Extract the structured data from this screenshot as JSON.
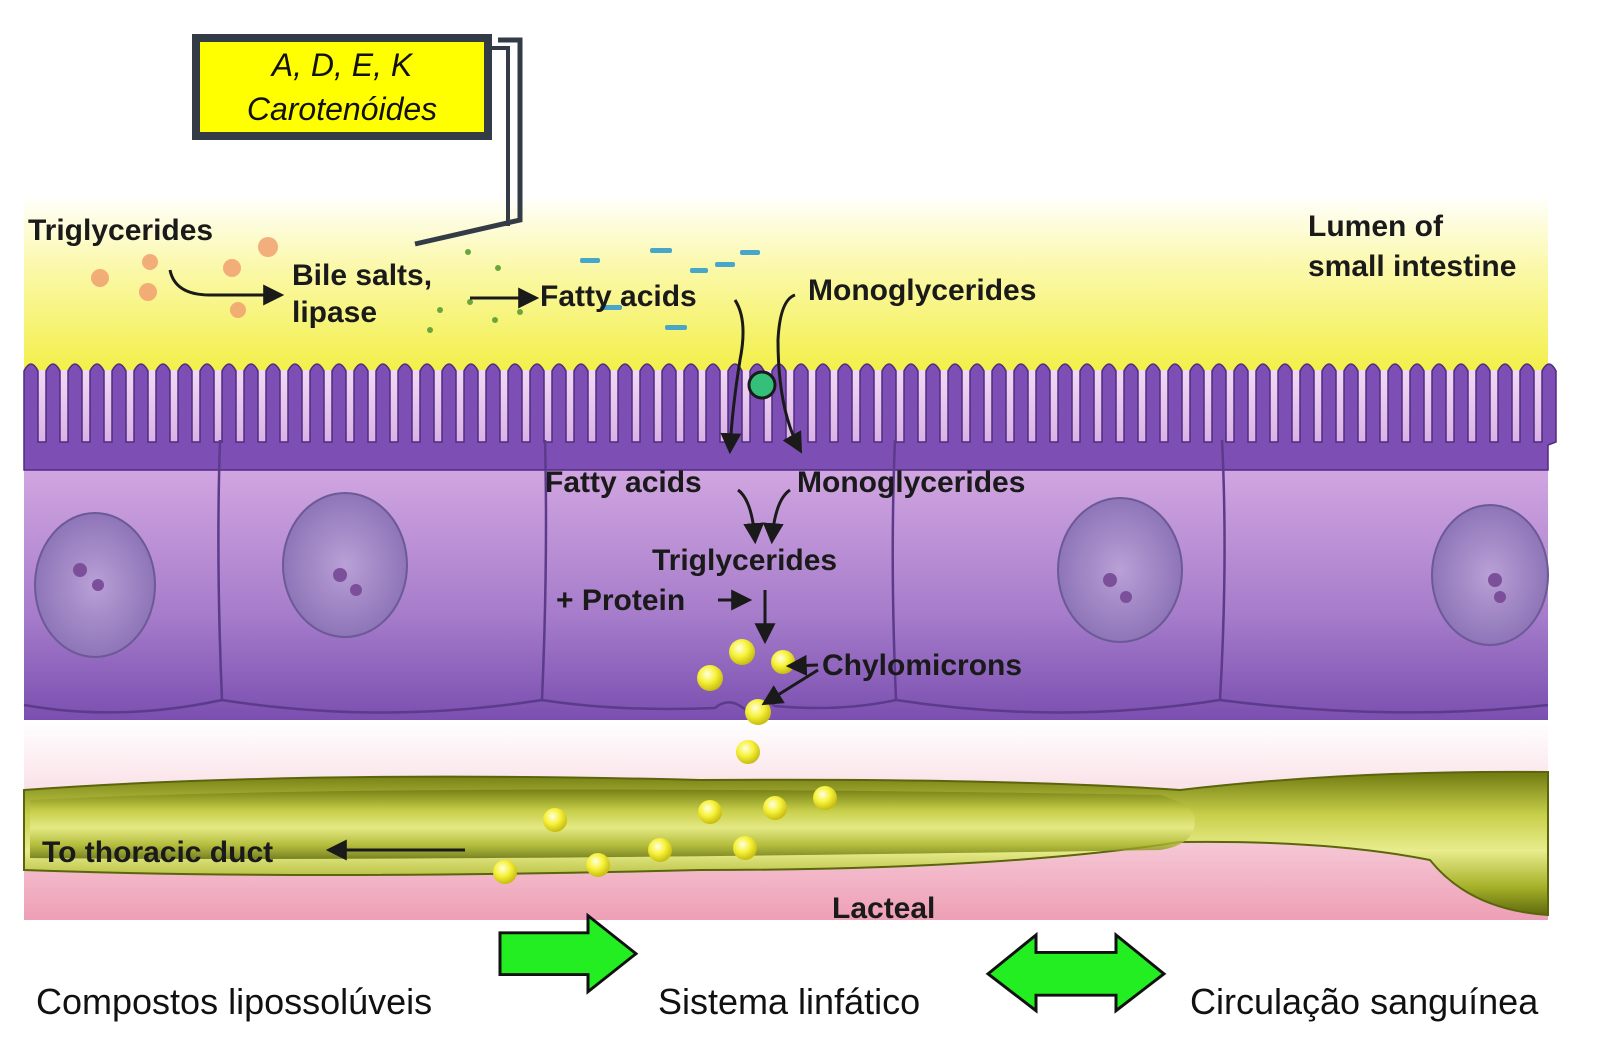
{
  "callout": {
    "line1": "A, D, E, K",
    "line2": "Carotenóides"
  },
  "diagram_labels": {
    "triglycerides_lumen": "Triglycerides",
    "bile_salts": "Bile salts,",
    "lipase": "lipase",
    "fatty_acids_lumen": "Fatty acids",
    "monoglycerides_lumen": "Monoglycerides",
    "lumen_line1": "Lumen of",
    "lumen_line2": "small intestine",
    "fatty_acids_cell": "Fatty acids",
    "monoglycerides_cell": "Monoglycerides",
    "triglycerides_cell": "Triglycerides",
    "protein": "+ Protein",
    "chylomicrons": "Chylomicrons",
    "thoracic_duct": "To thoracic duct",
    "lacteal": "Lacteal"
  },
  "flow": {
    "step1": "Compostos lipossolúveis",
    "step2": "Sistema linfático",
    "step3": "Circulação sanguínea"
  },
  "colors": {
    "callout_fill": "#ffff00",
    "arrow_green": "#22ee22",
    "cell_purple": "#a070c8",
    "lumen_yellow": "#f4f04a",
    "lacteal_olive": "#a9b52a",
    "tissue_pink": "#f2b8c8"
  }
}
